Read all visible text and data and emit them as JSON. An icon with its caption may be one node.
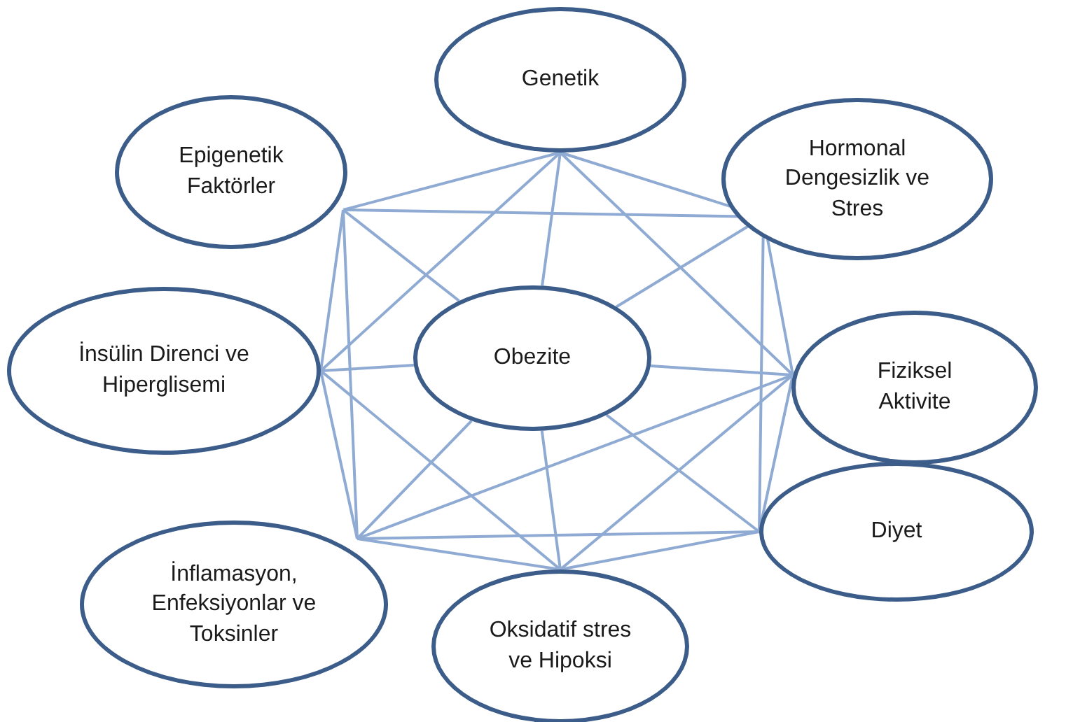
{
  "diagram": {
    "nodes": [
      {
        "text": [
          "Genetik"
        ]
      },
      {
        "text": [
          "Epigenetik Faktörler"
        ]
      },
      {
        "text": [
          "Hormonal Dengesizlik ve Stres"
        ]
      },
      {
        "text": [
          "İnsülin Direnci ve Hiperglisemi"
        ]
      },
      {
        "text": [
          "Obezite"
        ]
      },
      {
        "text": [
          "Fiziksel Aktivite"
        ]
      },
      {
        "text": [
          "Diyet"
        ]
      },
      {
        "text": [
          "İnflamasyon, Enfeksiyonlar ve Toksinler"
        ]
      },
      {
        "text": [
          "Oksidatif stres ve Hipoksi"
        ]
      }
    ],
    "edges": [
      {
        "from": 0,
        "to": 1,
        "arrow": "none"
      },
      {
        "from": 0,
        "to": 2,
        "arrow": "none"
      },
      {
        "from": 0,
        "to": 3,
        "arrow": "none"
      },
      {
        "from": 0,
        "to": 4,
        "arrow": "none"
      },
      {
        "from": 0,
        "to": 5,
        "arrow": "none"
      },
      {
        "from": 1,
        "to": 2,
        "arrow": "none"
      },
      {
        "from": 1,
        "to": 3,
        "arrow": "none"
      },
      {
        "from": 1,
        "to": 4,
        "arrow": "none"
      },
      {
        "from": 1,
        "to": 7,
        "arrow": "none"
      },
      {
        "from": 2,
        "to": 4,
        "arrow": "none"
      },
      {
        "from": 2,
        "to": 5,
        "arrow": "none"
      },
      {
        "from": 2,
        "to": 6,
        "arrow": "none"
      },
      {
        "from": 3,
        "to": 4,
        "arrow": "none"
      },
      {
        "from": 3,
        "to": 7,
        "arrow": "none"
      },
      {
        "from": 3,
        "to": 8,
        "arrow": "none"
      },
      {
        "from": 4,
        "to": 5,
        "arrow": "none"
      },
      {
        "from": 4,
        "to": 6,
        "arrow": "none"
      },
      {
        "from": 4,
        "to": 7,
        "arrow": "none"
      },
      {
        "from": 4,
        "to": 8,
        "arrow": "none"
      },
      {
        "from": 5,
        "to": 6,
        "arrow": "none"
      },
      {
        "from": 5,
        "to": 7,
        "arrow": "none"
      },
      {
        "from": 5,
        "to": 8,
        "arrow": "none"
      },
      {
        "from": 6,
        "to": 7,
        "arrow": "none"
      },
      {
        "from": 6,
        "to": 8,
        "arrow": "none"
      },
      {
        "from": 7,
        "to": 8,
        "arrow": "none"
      }
    ]
  }
}
